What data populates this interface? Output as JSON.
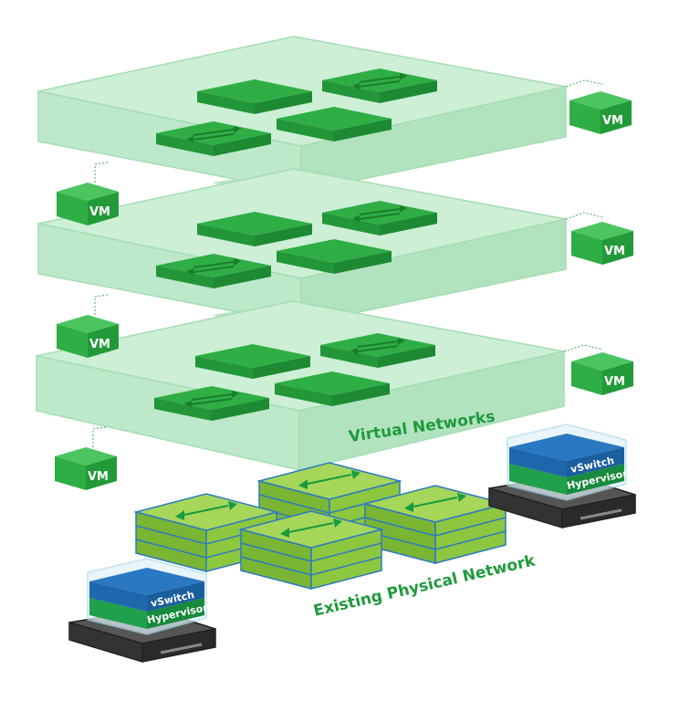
{
  "labels": {
    "virtual_networks": "Virtual Networks",
    "physical_network": "Existing Physical Network"
  },
  "vm_label": "VM",
  "vm_count": 6,
  "host": {
    "vswitch": "vSwitch",
    "hypervisor": "Hypervisor"
  },
  "virtual_network_layers": 3,
  "physical_switches": 4,
  "colors": {
    "slab_fill": "#c4ecce",
    "slab_edge": "#8fd6a2",
    "vswitch_green": "#38b549",
    "vm_green": "#33b449",
    "text_green": "#1f9a3c",
    "physical_green": "#8dc63f",
    "physical_blue": "#2c7bc0",
    "vswitch_blue": "#1a5e9e",
    "hypervisor_green": "#20a04b",
    "server_dark": "#3d3d3d"
  }
}
